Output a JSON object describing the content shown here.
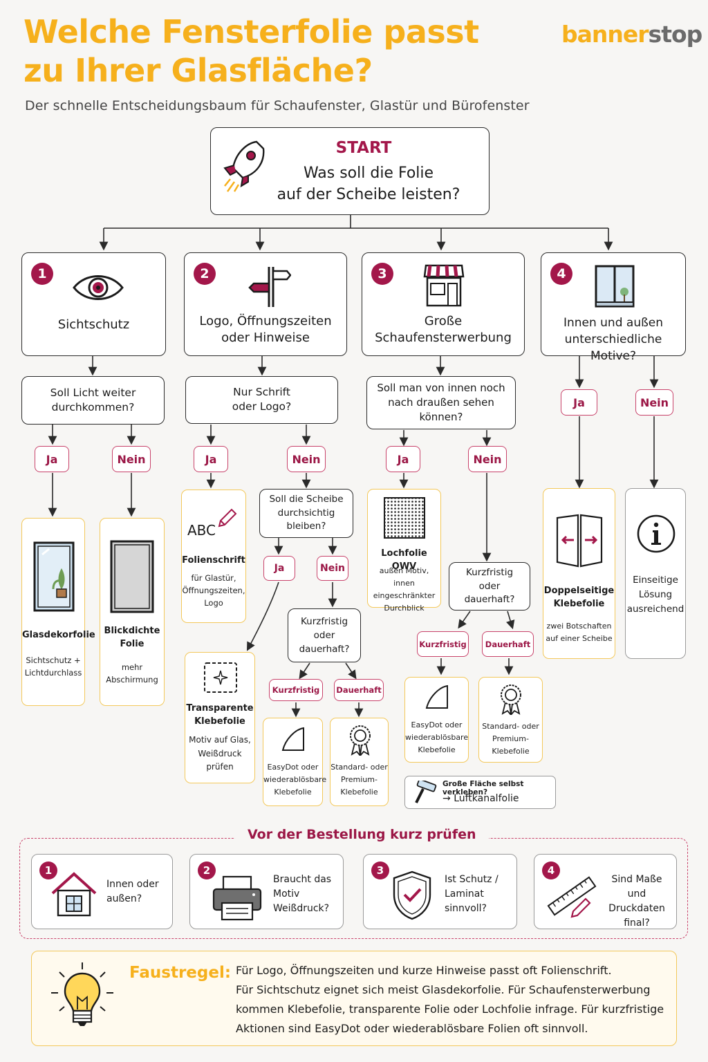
{
  "header": {
    "title_line1": "Welche Fensterfolie passt",
    "title_line2": "zu Ihrer Glasfläche?",
    "subtitle": "Der schnelle Entscheidungsbaum für Schaufenster, Glastür und Bürofenster",
    "logo_part1": "banner",
    "logo_part2": "stop"
  },
  "start": {
    "label": "START",
    "question_line1": "Was soll die Folie",
    "question_line2": "auf der Scheibe leisten?"
  },
  "branches": [
    {
      "num": "1",
      "line1": "Sichtschutz",
      "line2": ""
    },
    {
      "num": "2",
      "line1": "Logo, Öffnungszeiten",
      "line2": "oder Hinweise"
    },
    {
      "num": "3",
      "line1": "Große",
      "line2": "Schaufensterwerbung"
    },
    {
      "num": "4",
      "line1": "Innen und außen",
      "line2": "unterschiedliche Motive?"
    }
  ],
  "questions": {
    "q1": [
      "Soll Licht weiter",
      "durchkommen?"
    ],
    "q2": [
      "Nur Schrift",
      "oder Logo?"
    ],
    "q2b": [
      "Soll die Scheibe",
      "durchsichtig",
      "bleiben?"
    ],
    "q2c": [
      "Kurzfristig",
      "oder",
      "dauerhaft?"
    ],
    "q3": [
      "Soll man von innen noch",
      "nach draußen sehen",
      "können?"
    ],
    "q3b": [
      "Kurzfristig",
      "oder",
      "dauerhaft?"
    ]
  },
  "answers": {
    "yes": "Ja",
    "no": "Nein",
    "short": "Kurzfristig",
    "long": "Dauerhaft"
  },
  "results": {
    "glasdekor": {
      "title": "Glasdekorfolie",
      "desc": [
        "Sichtschutz +",
        "Lichtdurchlass"
      ]
    },
    "blickdicht": {
      "title": [
        "Blickdichte",
        "Folie"
      ],
      "desc": [
        "mehr",
        "Abschirmung"
      ]
    },
    "folienschrift": {
      "icon_text": "ABC",
      "title": "Folienschrift",
      "desc": [
        "für Glastür,",
        "Öffnungszeiten,",
        "Logo"
      ]
    },
    "transparent": {
      "title": [
        "Transparente",
        "Klebefolie"
      ],
      "desc": [
        "Motiv auf Glas,",
        "Weißdruck",
        "prüfen"
      ]
    },
    "easydot2": {
      "desc": [
        "EasyDot oder",
        "wiederablösbare",
        "Klebefolie"
      ]
    },
    "standard2": {
      "desc": [
        "Standard- oder",
        "Premium-",
        "Klebefolie"
      ]
    },
    "lochfolie": {
      "title": "Lochfolie OWV",
      "desc": [
        "außen Motiv, innen",
        "eingeschränkter",
        "Durchblick"
      ]
    },
    "easydot3": {
      "desc": [
        "EasyDot oder",
        "wiederablösbare",
        "Klebefolie"
      ]
    },
    "standard3": {
      "desc": [
        "Standard- oder",
        "Premium-",
        "Klebefolie"
      ]
    },
    "luftkanal": {
      "line1": "Große Fläche selbst verkleben?",
      "arrow": "→",
      "line2": "Luftkanalfolie"
    },
    "doppelseitig": {
      "title": [
        "Doppelseitige",
        "Klebefolie"
      ],
      "desc": [
        "zwei Botschaften",
        "auf einer Scheibe"
      ]
    },
    "einseitig": {
      "desc": [
        "Einseitige",
        "Lösung",
        "ausreichend"
      ]
    }
  },
  "checklist": {
    "heading": "Vor der Bestellung kurz prüfen",
    "items": [
      {
        "num": "1",
        "lines": [
          "Innen oder",
          "außen?"
        ]
      },
      {
        "num": "2",
        "lines": [
          "Braucht das",
          "Motiv",
          "Weißdruck?"
        ]
      },
      {
        "num": "3",
        "lines": [
          "Ist Schutz /",
          "Laminat",
          "sinnvoll?"
        ]
      },
      {
        "num": "4",
        "lines": [
          "Sind Maße",
          "und Druckdaten",
          "final?"
        ]
      }
    ]
  },
  "rule": {
    "label": "Faustregel:",
    "lines": [
      "Für Logo, Öffnungszeiten und kurze Hinweise passt oft Folienschrift.",
      "Für Sichtschutz eignet sich meist Glasdekorfolie. Für Schaufensterwerbung",
      "kommen Klebefolie, transparente Folie oder Lochfolie infrage. Für kurzfristige",
      "Aktionen sind EasyDot oder wiederablösbare Folien oft sinnvoll."
    ]
  },
  "colors": {
    "accent_yellow": "#f6b01c",
    "accent_red": "#a3174a",
    "line": "#2a2a2a"
  }
}
